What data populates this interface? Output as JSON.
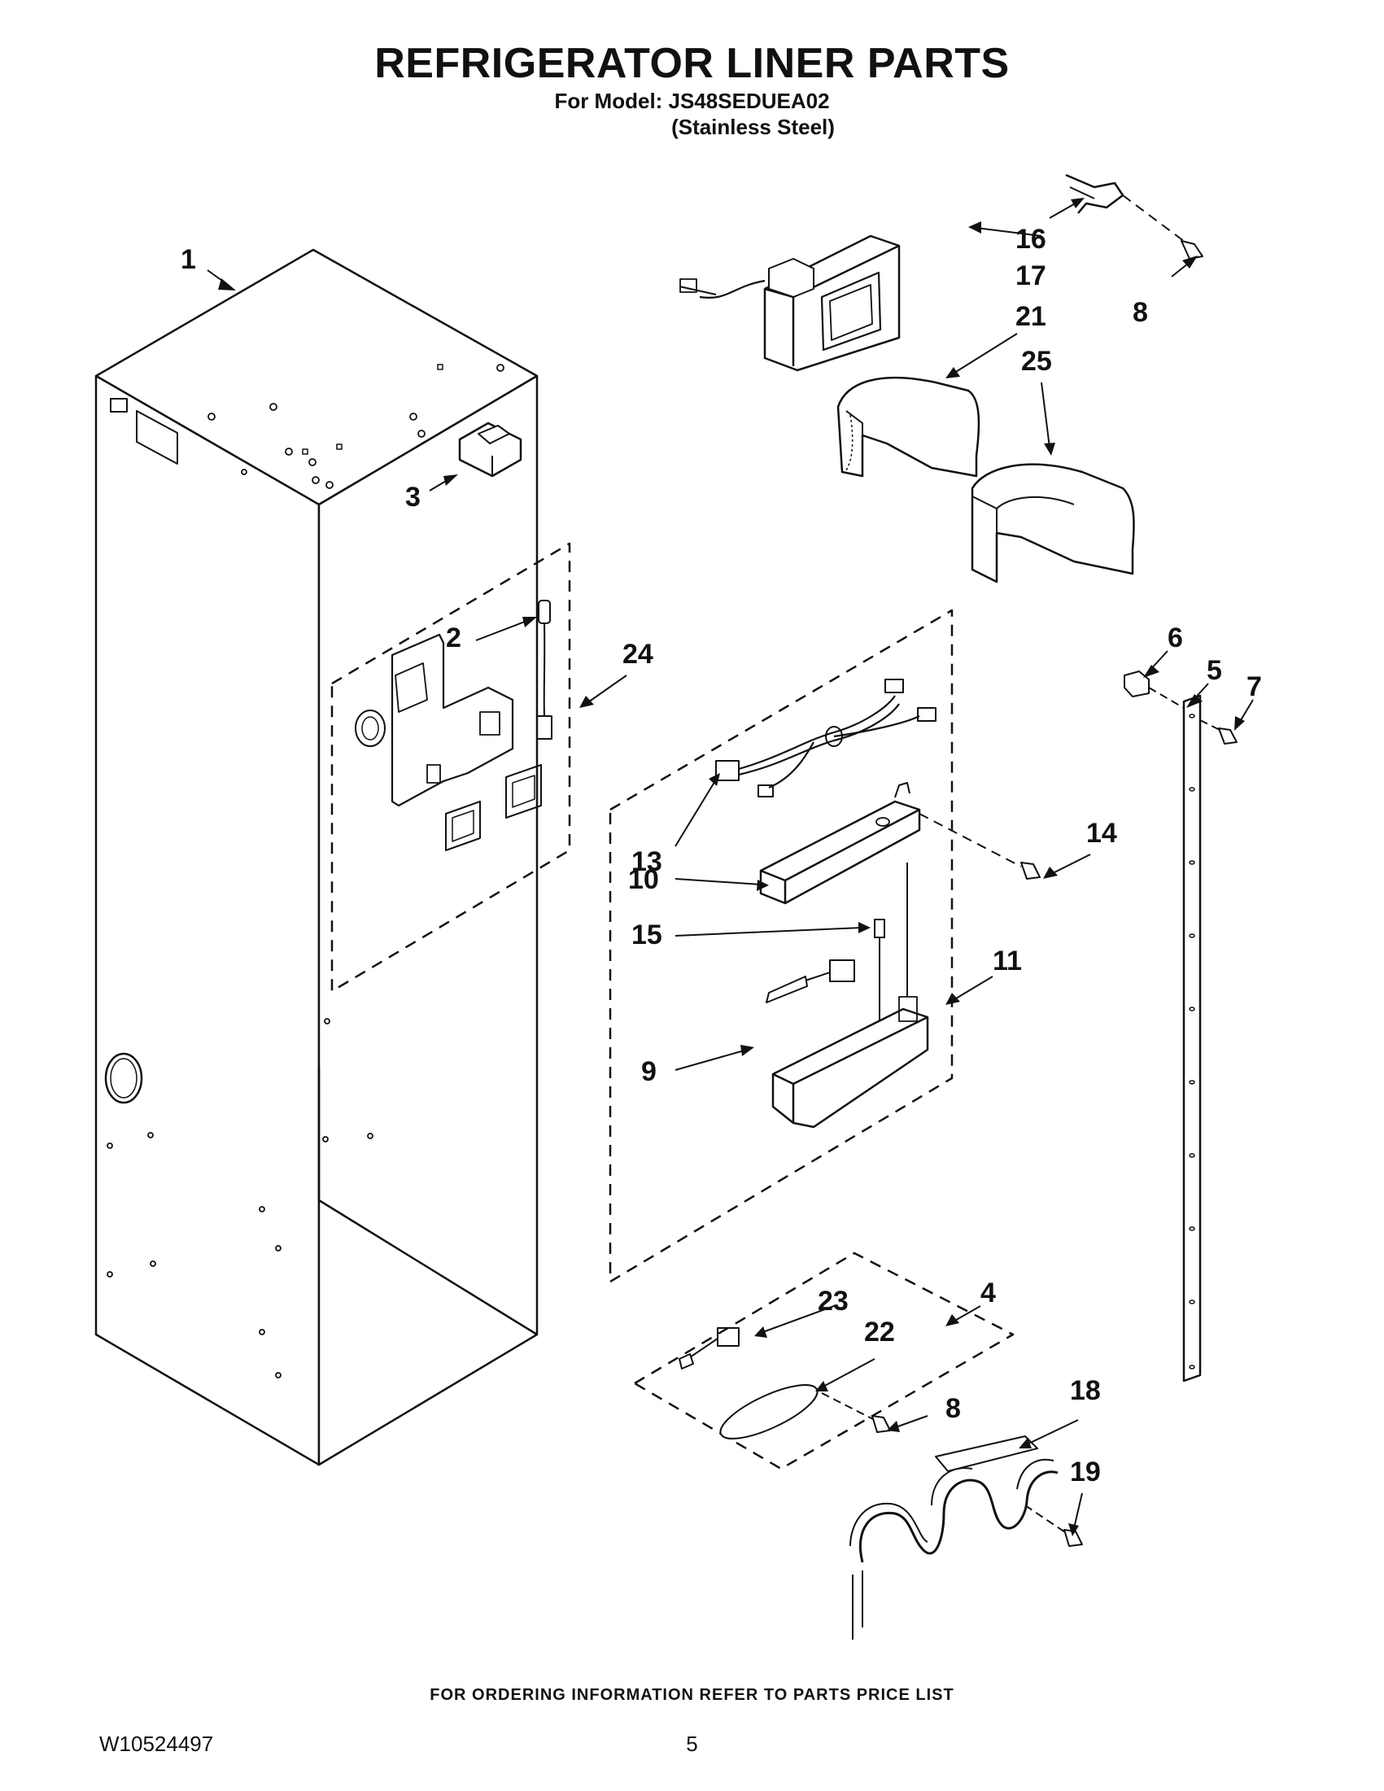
{
  "header": {
    "title": "REFRIGERATOR LINER PARTS",
    "model_line": "For Model: JS48SEDUEA02",
    "finish_line": "(Stainless Steel)"
  },
  "callouts": [
    "1",
    "2",
    "3",
    "4",
    "5",
    "6",
    "7",
    "8",
    "8",
    "9",
    "10",
    "11",
    "13",
    "14",
    "15",
    "16",
    "17",
    "18",
    "19",
    "21",
    "22",
    "23",
    "24",
    "25"
  ],
  "footer": {
    "ordering_note": "FOR ORDERING INFORMATION REFER TO PARTS PRICE LIST",
    "doc_number": "W10524497",
    "page_number": "5"
  }
}
